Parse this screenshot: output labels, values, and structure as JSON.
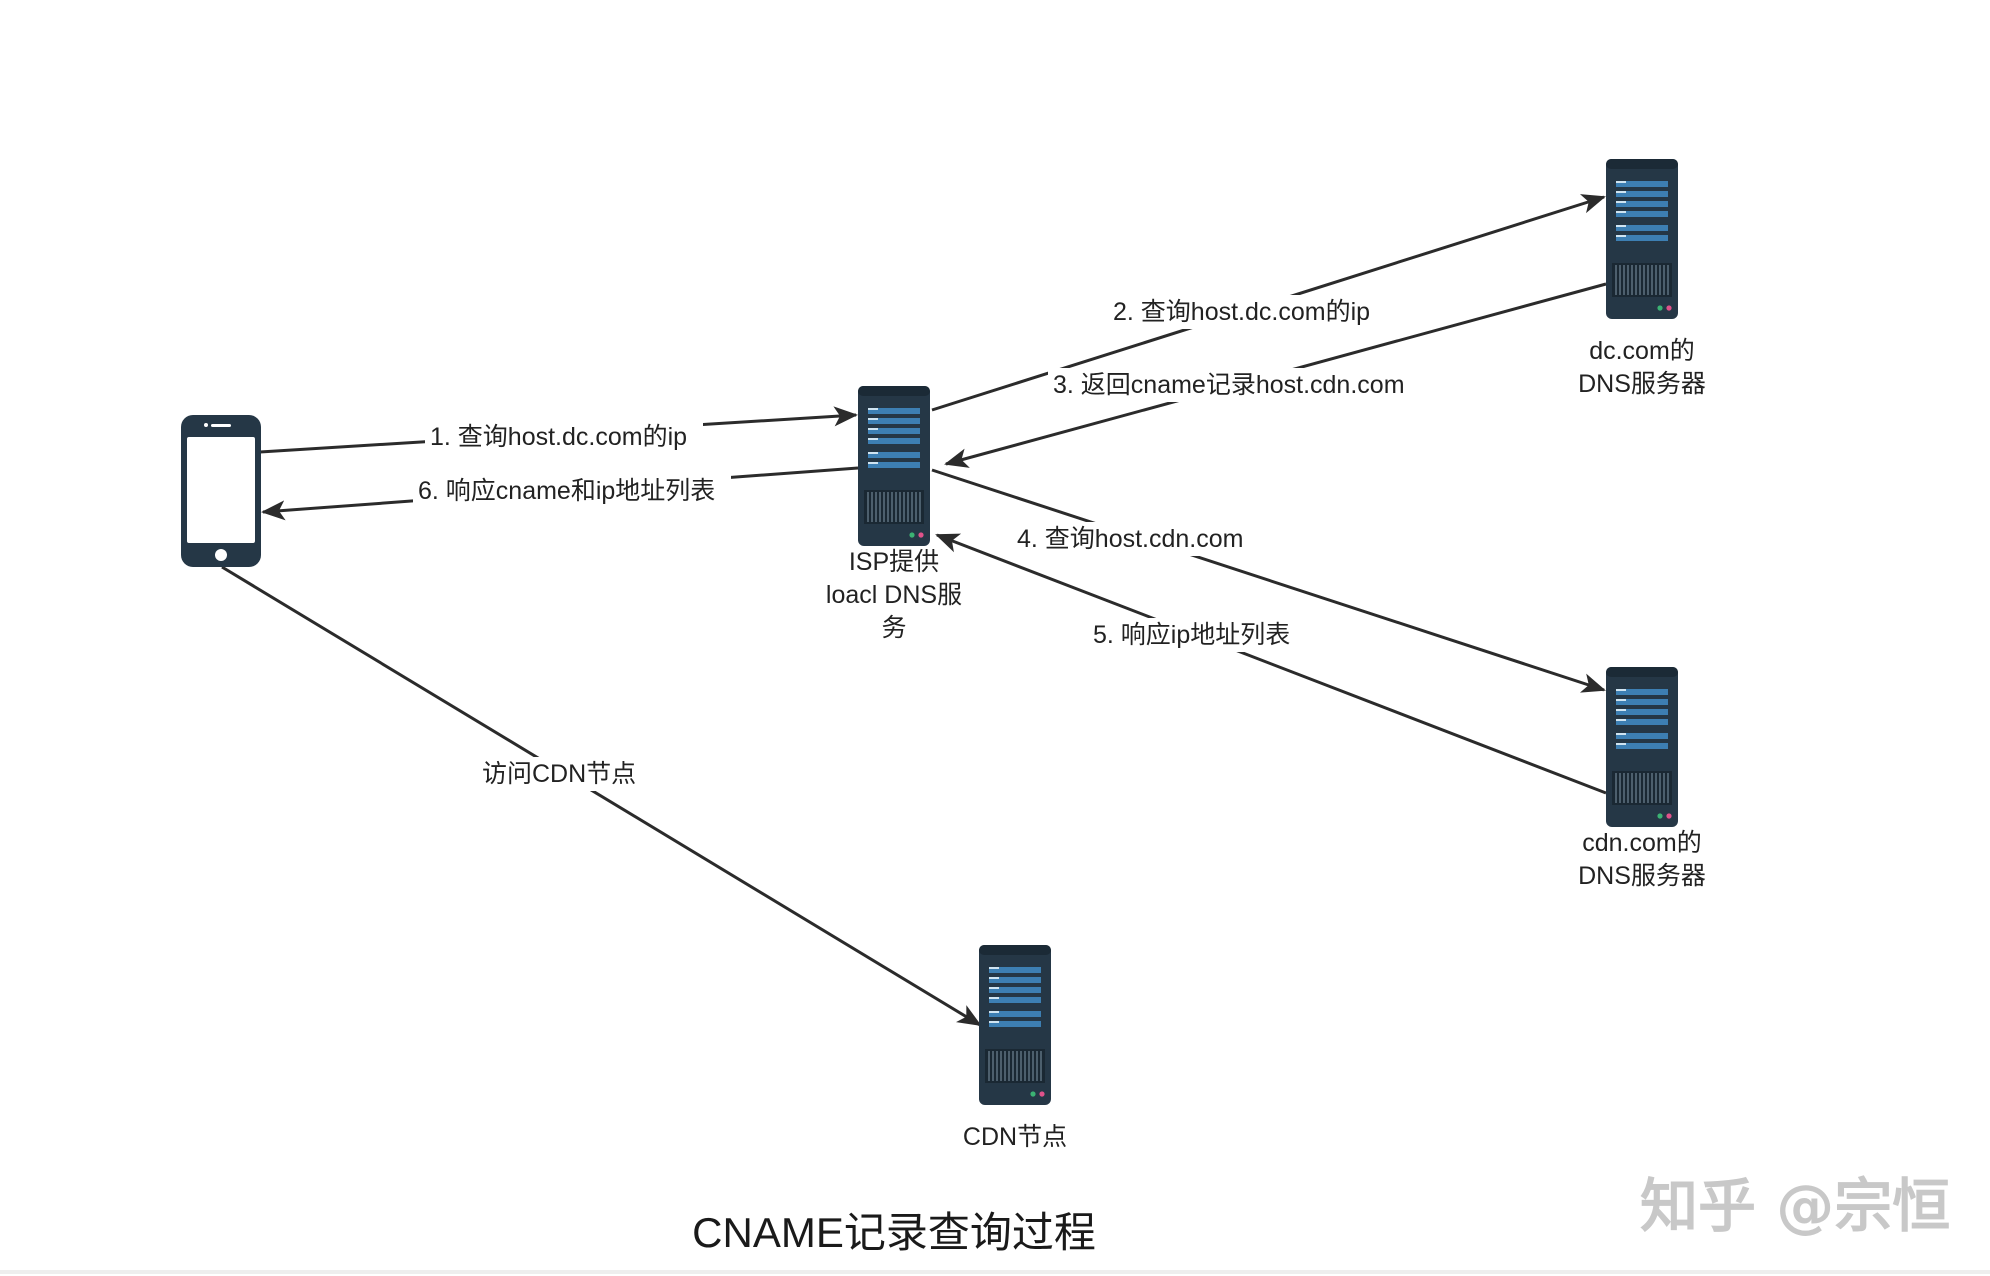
{
  "diagram": {
    "title": "CNAME记录查询过程",
    "watermark": "知乎 @宗恒",
    "nodes": {
      "isp": {
        "label_lines": [
          "ISP提供",
          "loacl DNS服",
          "务"
        ]
      },
      "dc": {
        "label_lines": [
          "dc.com的",
          "DNS服务器"
        ]
      },
      "cdn": {
        "label_lines": [
          "cdn.com的",
          "DNS服务器"
        ]
      },
      "node": {
        "label_lines": [
          "CDN节点"
        ]
      }
    },
    "edges": {
      "e1": "1. 查询host.dc.com的ip",
      "e2": "2. 查询host.dc.com的ip",
      "e3": "3. 返回cname记录host.cdn.com",
      "e4": "4. 查询host.cdn.com",
      "e5": "5. 响应ip地址列表",
      "e6": "6. 响应cname和ip地址列表",
      "e7": "访问CDN节点"
    },
    "icons": {
      "phone": "smartphone-icon",
      "server": "server-rack-icon"
    },
    "colors": {
      "server_body": "#253746",
      "server_bar": "#3d7fb3",
      "line": "#2b2b2b"
    }
  }
}
